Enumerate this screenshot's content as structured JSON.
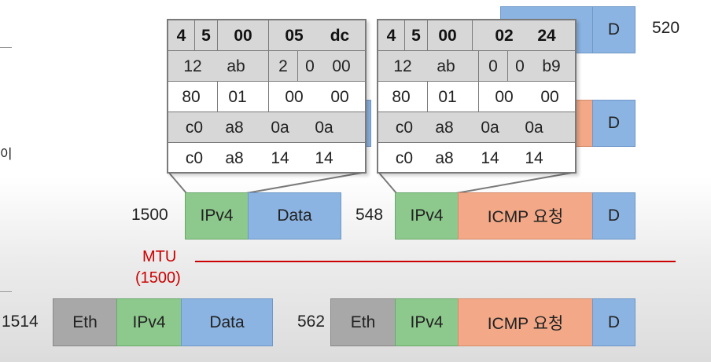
{
  "left_edge": {
    "char": "이"
  },
  "top_right": {
    "d": "D",
    "size": "520"
  },
  "mid_right": {
    "d": "D"
  },
  "header1": {
    "row1": [
      "4",
      "5",
      "00",
      "05",
      "dc"
    ],
    "row2": [
      "12",
      "ab",
      "2",
      "0",
      "00"
    ],
    "row3": [
      "80",
      "01",
      "00",
      "00"
    ],
    "row4": [
      "c0",
      "a8",
      "0a",
      "0a"
    ],
    "row5": [
      "c0",
      "a8",
      "14",
      "14"
    ]
  },
  "header2": {
    "row1": [
      "4",
      "5",
      "00",
      "02",
      "24"
    ],
    "row2": [
      "12",
      "ab",
      "0",
      "0",
      "b9"
    ],
    "row3": [
      "80",
      "01",
      "00",
      "00"
    ],
    "row4": [
      "c0",
      "a8",
      "0a",
      "0a"
    ],
    "row5": [
      "c0",
      "a8",
      "14",
      "14"
    ]
  },
  "packet1": {
    "size": "1500",
    "ipv4": "IPv4",
    "data": "Data"
  },
  "packet2": {
    "size": "548",
    "ipv4": "IPv4",
    "icmp": "ICMP 요청",
    "d": "D"
  },
  "mtu": {
    "label": "MTU",
    "value": "(1500)",
    "color": "#cc0000"
  },
  "frame1": {
    "size": "1514",
    "eth": "Eth",
    "ipv4": "IPv4",
    "data": "Data"
  },
  "frame2": {
    "size": "562",
    "eth": "Eth",
    "ipv4": "IPv4",
    "icmp": "ICMP 요청",
    "d": "D"
  }
}
